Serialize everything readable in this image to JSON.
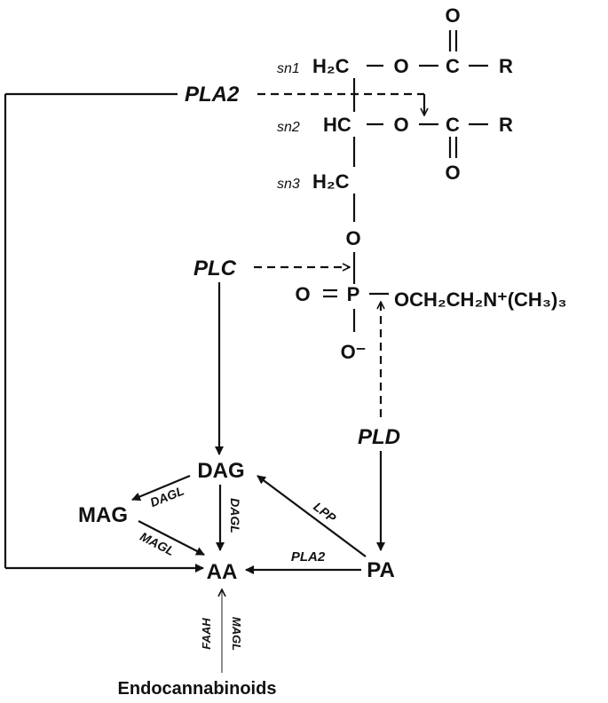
{
  "structure": {
    "sn1": "sn1",
    "sn2": "sn2",
    "sn3": "sn3",
    "h2c": "H₂C",
    "hc": "HC",
    "o": "O",
    "c": "C",
    "r": "R",
    "p": "P",
    "o_minus": "O⁻",
    "choline_group": "OCH₂CH₂N⁺(CH₃)₃"
  },
  "enzymes": {
    "pla2_main": "PLA2",
    "plc": "PLC",
    "pld": "PLD",
    "dagl_left": "DAGL",
    "dagl_down": "DAGL",
    "magl_mag": "MAGL",
    "lpp": "LPP",
    "pla2_pa": "PLA2",
    "faah": "FAAH",
    "magl_endo": "MAGL"
  },
  "metabolites": {
    "dag": "DAG",
    "mag": "MAG",
    "aa": "AA",
    "pa": "PA",
    "endocannabinoids": "Endocannabinoids"
  }
}
